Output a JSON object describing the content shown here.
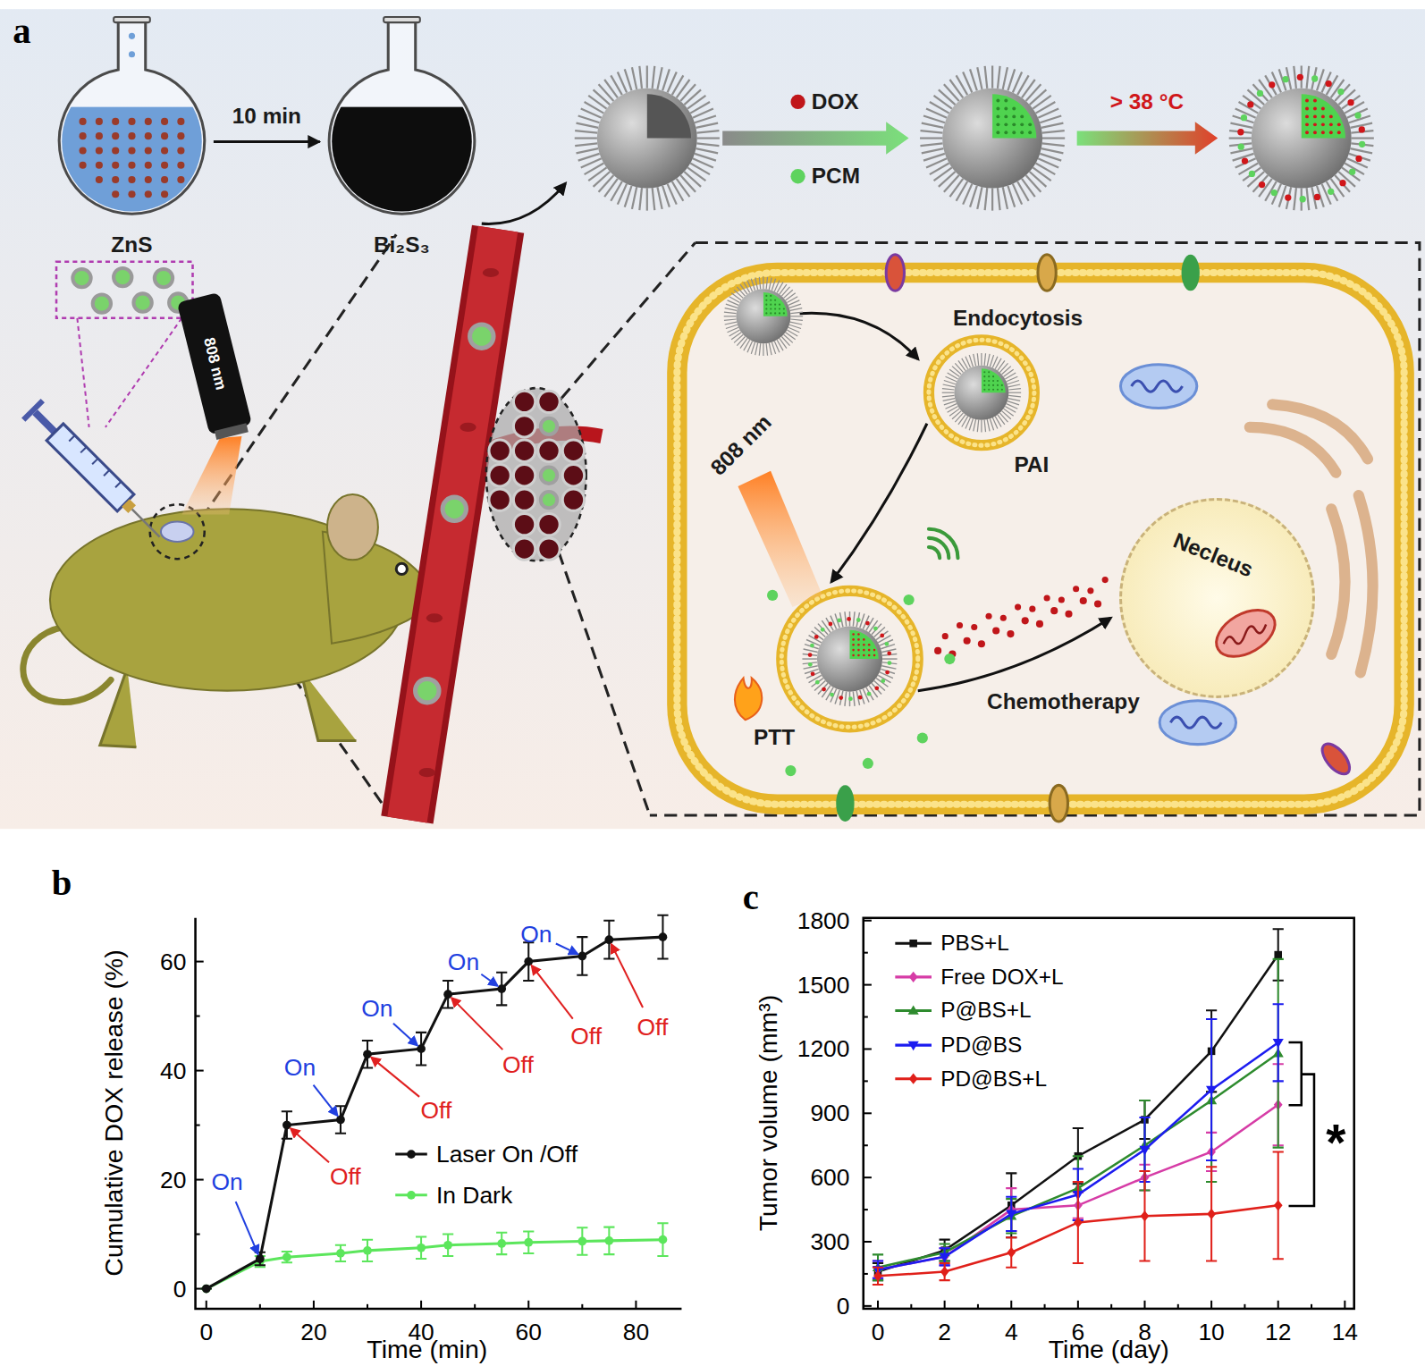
{
  "diagram": {
    "nodes": [
      {
        "text": [
          "ZnS"
        ]
      },
      {
        "text": [
          "Bi₂S₃"
        ]
      },
      {
        "text": [
          "Necleus"
        ]
      }
    ],
    "edges": [
      {
        "from": 0,
        "to": 1,
        "arrow": "to",
        "label": "10 min"
      }
    ],
    "labels": [
      "a",
      "DOX",
      "PCM",
      "> 38 °C",
      "808 nm",
      "Endocytosis",
      "PAI",
      "808 nm",
      "PTT",
      "Chemotherapy",
      "b",
      "Cumulative DOX release (%)",
      "0",
      "20",
      "40",
      "60",
      "0",
      "20",
      "40",
      "60",
      "80",
      "Time (min)",
      "On",
      "On",
      "On",
      "On",
      "On",
      "Off",
      "Off",
      "Off",
      "Off",
      "Off",
      "c",
      "0",
      "300",
      "600",
      "900",
      "1200",
      "1500",
      "1800",
      "0",
      "2",
      "4",
      "6",
      "8",
      "10",
      "12",
      "14",
      "Tumor volume (mm³)",
      "Time (day)",
      "*"
    ],
    "legend": [
      {
        "text": "Laser On /Off"
      },
      {
        "text": "In Dark"
      },
      {
        "text": "PBS+L"
      },
      {
        "text": "Free DOX+L"
      },
      {
        "text": "P@BS+L"
      },
      {
        "text": "PD@BS"
      },
      {
        "text": "PD@BS+L"
      }
    ]
  }
}
